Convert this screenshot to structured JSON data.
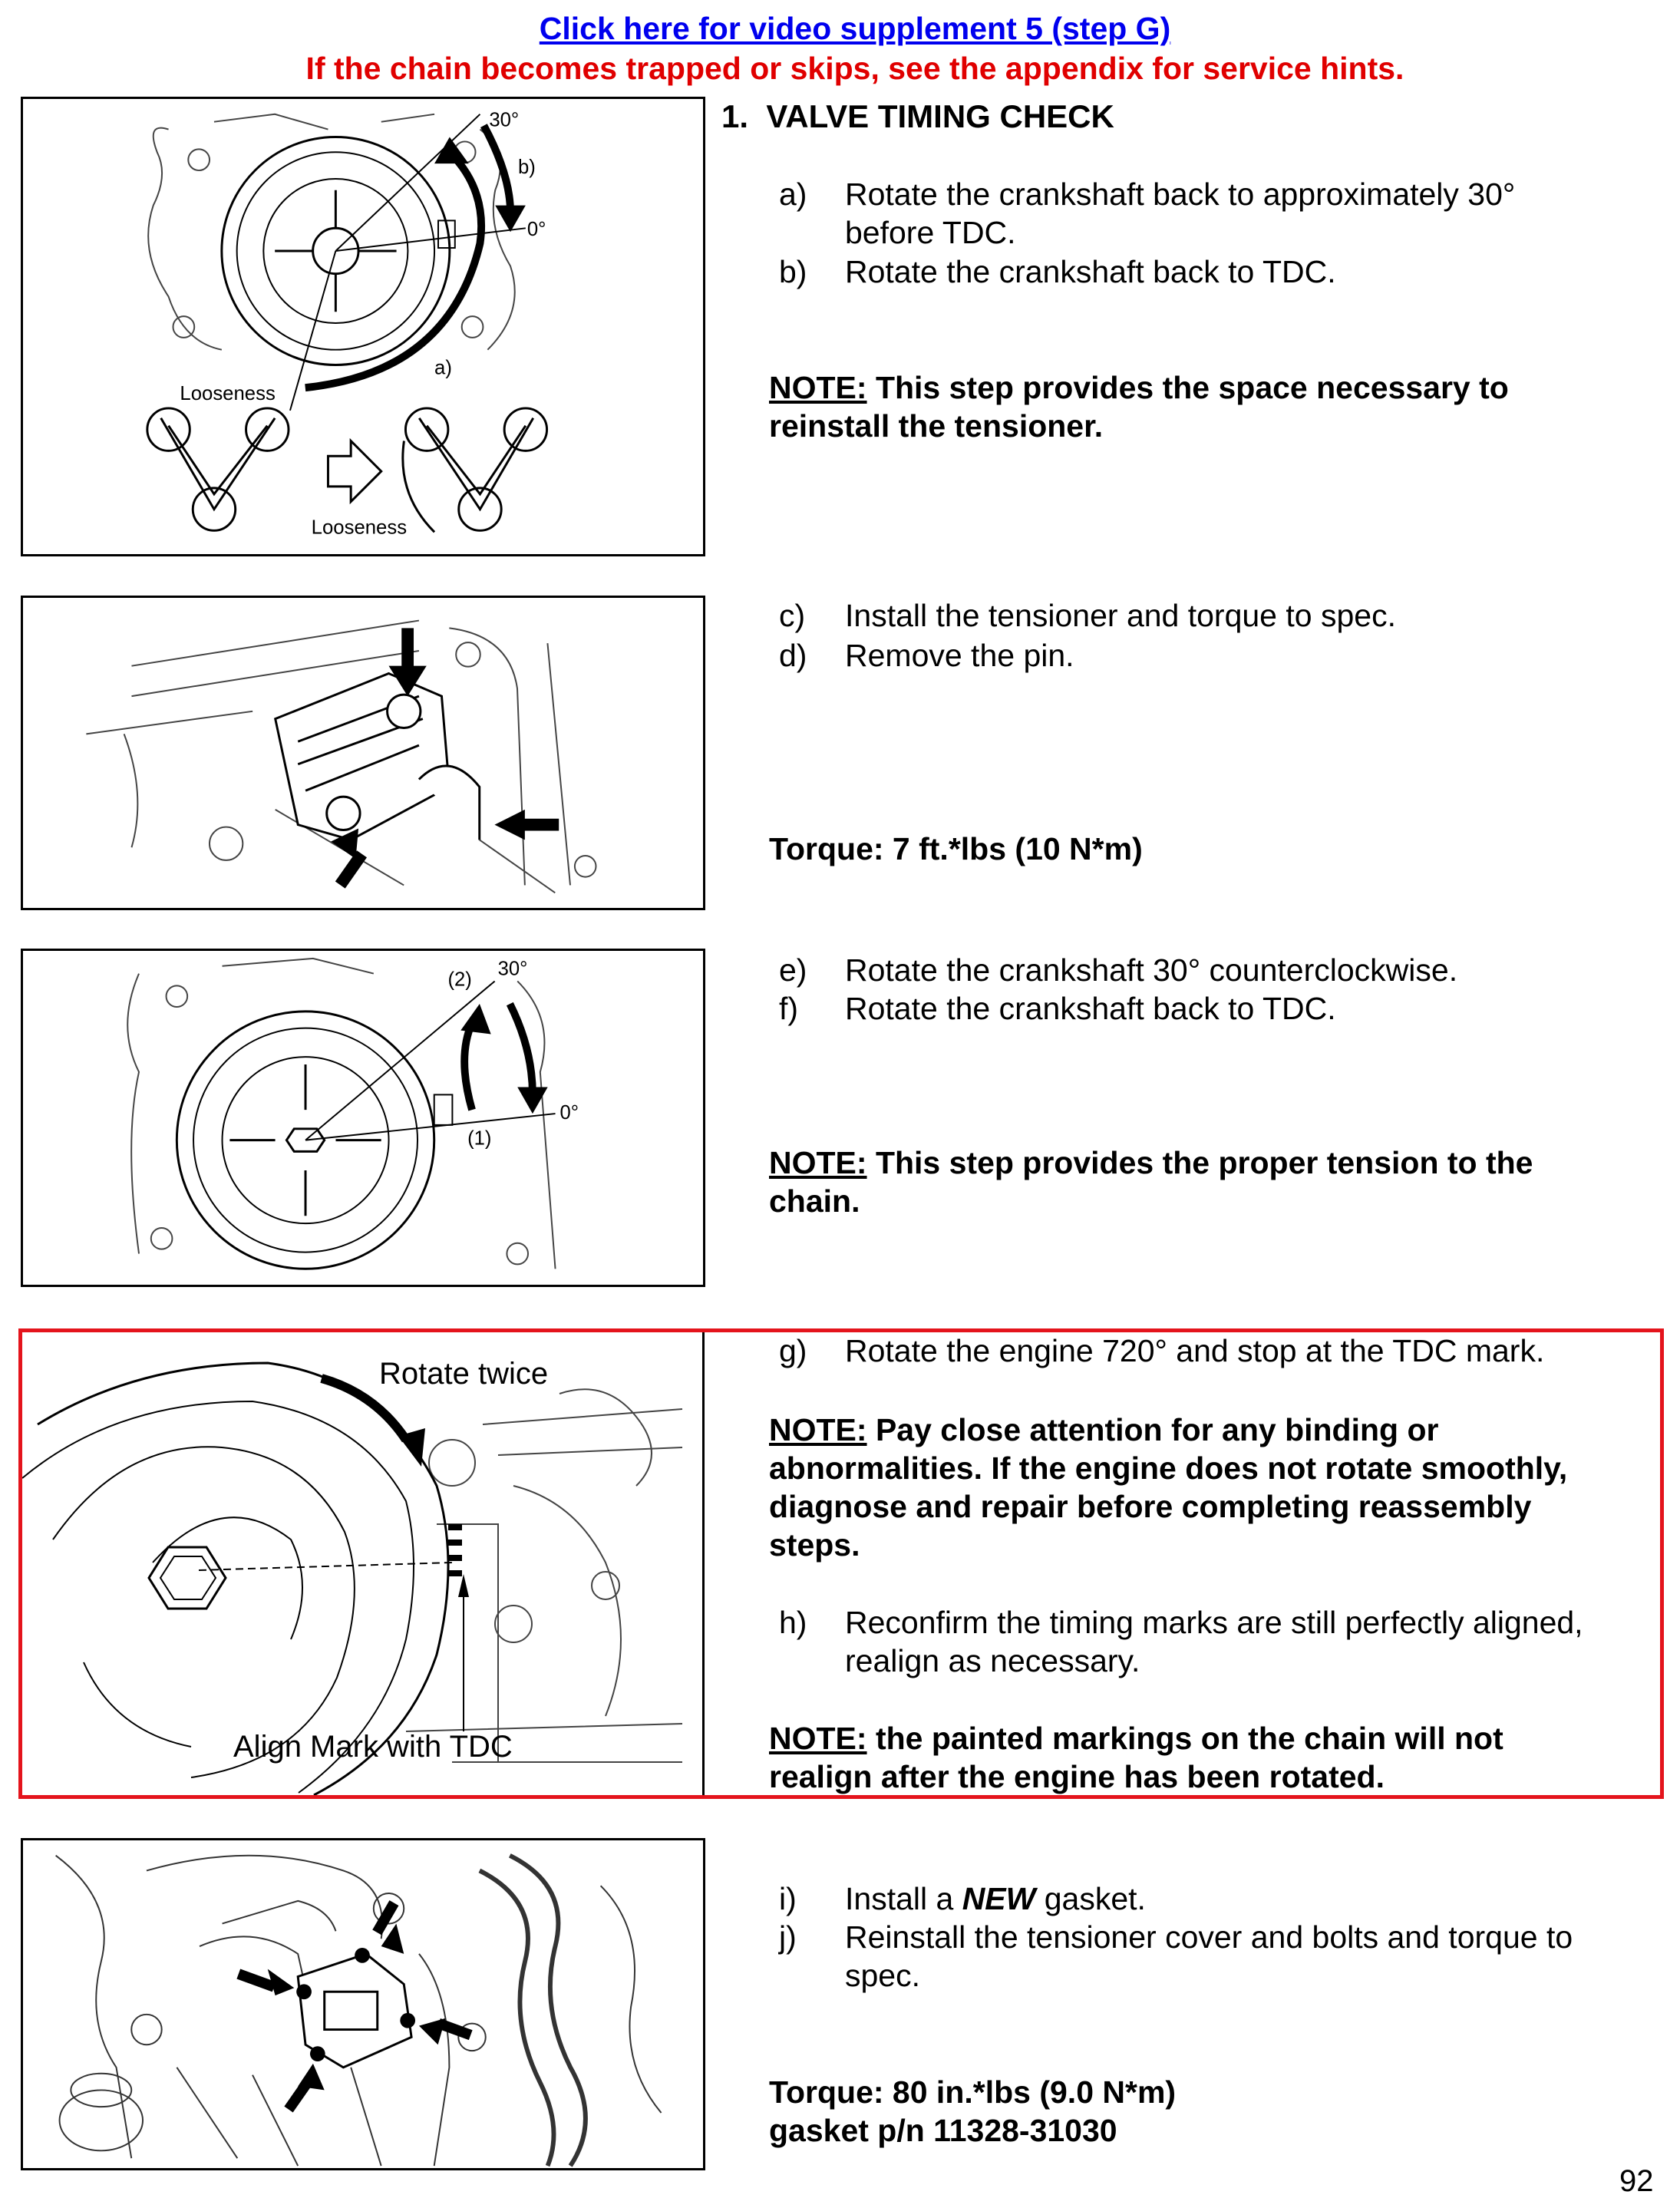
{
  "header": {
    "video_link": "Click here for video supplement 5 (step G)",
    "warning": "If the chain becomes trapped or skips, see the appendix for service hints."
  },
  "section": {
    "number": "1.",
    "title": "VALVE TIMING CHECK"
  },
  "steps": {
    "a": {
      "label": "a)",
      "line1": "Rotate the crankshaft back to approximately 30°",
      "line2": "before TDC."
    },
    "b": {
      "label": "b)",
      "text": "Rotate the crankshaft back to TDC."
    },
    "c": {
      "label": "c)",
      "text": "Install the tensioner and torque to spec."
    },
    "d": {
      "label": "d)",
      "text": "Remove the pin."
    },
    "e": {
      "label": "e)",
      "text": "Rotate the crankshaft 30° counterclockwise."
    },
    "f": {
      "label": "f)",
      "text": "Rotate the crankshaft back to TDC."
    },
    "g": {
      "label": "g)",
      "text": "Rotate the engine 720° and stop at the TDC mark."
    },
    "h": {
      "label": "h)",
      "line1": "Reconfirm the timing marks are still perfectly aligned,",
      "line2": "realign as necessary."
    },
    "i": {
      "label": "i)",
      "prefix": "Install a ",
      "emph": "NEW",
      "suffix": " gasket."
    },
    "j": {
      "label": "j)",
      "line1": "Reinstall the tensioner cover and bolts and torque to",
      "line2": "spec."
    }
  },
  "notes": {
    "note_label": "NOTE:",
    "n1_line1": " This step provides the space necessary to",
    "n1_line2": "reinstall the tensioner.",
    "n2_line1": " This step provides the proper tension to the",
    "n2_line2": "chain.",
    "n3_line1": " Pay close attention for any binding or",
    "n3_line2": "abnormalities. If the engine does not rotate smoothly,",
    "n3_line3": "diagnose and repair before completing reassembly",
    "n3_line4": "steps.",
    "n4_line1": " the painted markings on the chain will not",
    "n4_line2": "realign after the engine has been rotated."
  },
  "torque": {
    "t1": "Torque: 7 ft.*lbs (10 N*m)",
    "t2": "Torque: 80 in.*lbs (9.0 N*m)",
    "gasket": "gasket p/n 11328-31030"
  },
  "figures": {
    "fig1": {
      "angle_top": "30°",
      "angle_zero": "0°",
      "label_b": "b)",
      "label_a": "a)",
      "looseness_1": "Looseness",
      "looseness_2": "Looseness"
    },
    "fig3": {
      "label_2": "(2)",
      "angle_top": "30°",
      "angle_zero": "0°",
      "label_1": "(1)"
    },
    "fig4": {
      "rotate": "Rotate twice",
      "align": "Align Mark with TDC"
    }
  },
  "page_number": "92",
  "colors": {
    "link": "#0000ee",
    "warning": "#e00000",
    "highlight_box": "#e4141c"
  }
}
